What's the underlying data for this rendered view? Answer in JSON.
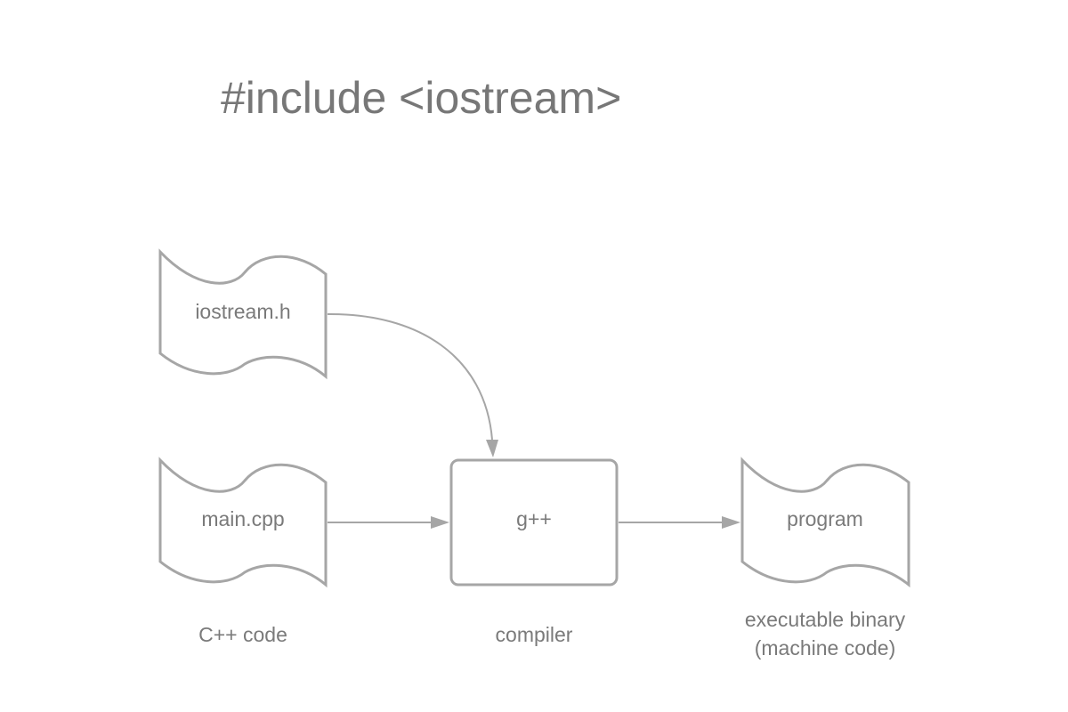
{
  "title": "#include <iostream>",
  "nodes": {
    "header_file": {
      "label": "iostream.h"
    },
    "source_file": {
      "label": "main.cpp",
      "caption": "C++ code"
    },
    "compiler": {
      "label": "g++",
      "caption": "compiler"
    },
    "output": {
      "label": "program",
      "caption_line1": "executable binary",
      "caption_line2": "(machine code)"
    }
  },
  "edges": [
    {
      "from": "iostream.h",
      "to": "g++"
    },
    {
      "from": "main.cpp",
      "to": "g++"
    },
    {
      "from": "g++",
      "to": "program"
    }
  ],
  "colors": {
    "stroke": "#a6a6a6",
    "text": "#7a7a7a",
    "title": "#777777"
  }
}
